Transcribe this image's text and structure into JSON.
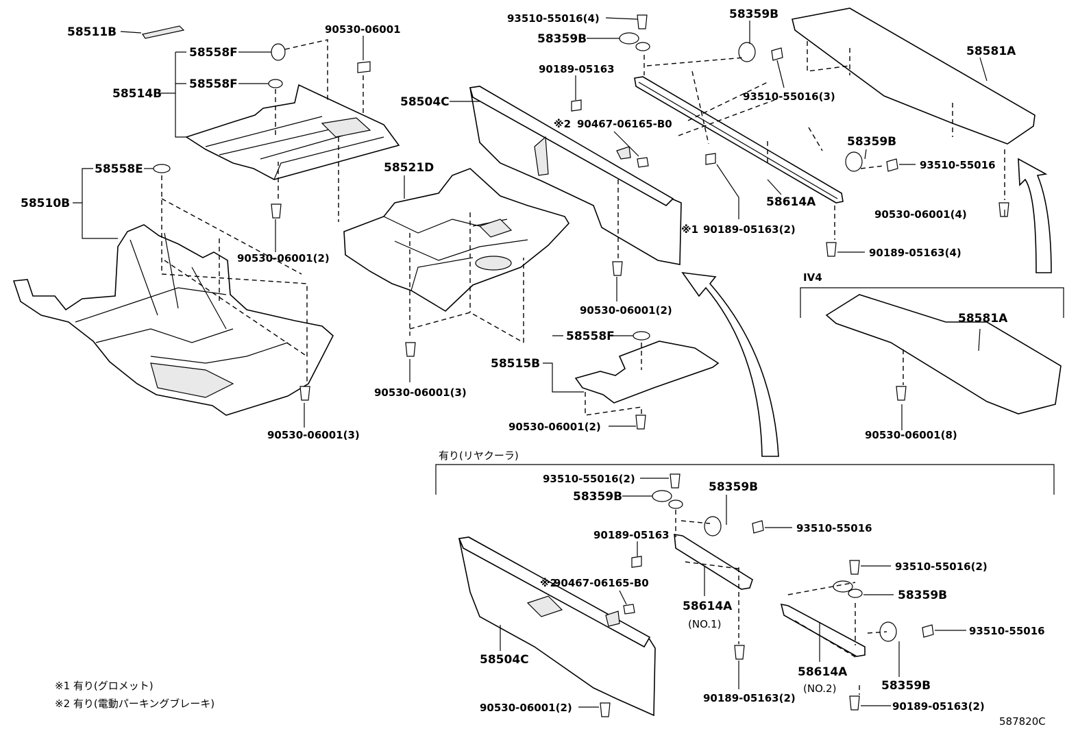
{
  "labels": {
    "l58511B": "58511B",
    "l90530_top": "90530-06001",
    "l58558F_a": "58558F",
    "l58558F_b": "58558F",
    "l58514B": "58514B",
    "l58558E": "58558E",
    "l58510B": "58510B",
    "l90530_2a": "90530-06001(2)",
    "l90530_3a": "90530-06001(3)",
    "l58521D": "58521D",
    "l90530_3b": "90530-06001(3)",
    "l58504C_top": "58504C",
    "l93510_4": "93510-55016(4)",
    "l58359B_a": "58359B",
    "l58359B_b": "58359B",
    "l90189_a": "90189-05163",
    "l90467_a": "90467-06165-B0",
    "l90530_2b": "90530-06001(2)",
    "l58558F_c": "58558F",
    "l58515B": "58515B",
    "l90530_2c": "90530-06001(2)",
    "l93510_3": "93510-55016(3)",
    "l58359B_c": "58359B",
    "l58614A_top": "58614A",
    "l90189_2": "90189-05163(2)",
    "l93510_a": "93510-55016",
    "l90530_4": "90530-06001(4)",
    "l90189_4": "90189-05163(4)",
    "l58581A_a": "58581A",
    "l58581A_b": "58581A",
    "l90530_8": "90530-06001(8)",
    "l93510_2a": "93510-55016(2)",
    "l58359B_d": "58359B",
    "l58359B_e": "58359B",
    "l90189_b": "90189-05163",
    "l93510_b": "93510-55016",
    "l90467_b": "90467-06165-B0",
    "l58614A_no1": "58614A",
    "no1": "(NO.1)",
    "l58504C_bot": "58504C",
    "l90189_2b": "90189-05163(2)",
    "l90530_2d": "90530-06001(2)",
    "l93510_2b": "93510-55016(2)",
    "l58359B_f": "58359B",
    "l93510_c": "93510-55016",
    "l58614A_no2": "58614A",
    "no2": "(NO.2)",
    "l58359B_g": "58359B",
    "l90189_2c": "90189-05163(2)"
  },
  "marks": {
    "mark1": "※1",
    "mark2": "※2",
    "mark2b": "※2"
  },
  "groups": {
    "iv4": "IV4",
    "rear_cooler": "有り(リヤクーラ)"
  },
  "notes": {
    "note1": "※1 有り(グロメット)",
    "note2": "※2 有り(電動パーキングブレーキ)"
  },
  "diagram_id": "587820C"
}
